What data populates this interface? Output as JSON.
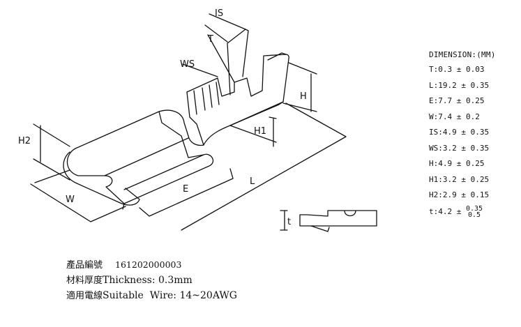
{
  "drawing": {
    "labels": {
      "is": "IS",
      "t": "T",
      "ws": "WS",
      "h": "H",
      "h1": "H1",
      "h2": "H2",
      "w": "W",
      "e": "E",
      "l": "L",
      "t_small": "t"
    },
    "line_color": "#111111"
  },
  "dimensions": {
    "title": "DIMENSION:(MM)",
    "rows": [
      "T:0.3 ± 0.03",
      "L:19.2 ± 0.35",
      "E:7.7 ± 0.25",
      "W:7.4 ± 0.2",
      "IS:4.9 ± 0.35",
      "WS:3.2 ± 0.35",
      "H:4.9 ± 0.25",
      "H1:3.2 ± 0.25",
      "H2:2.9 ± 0.15"
    ],
    "last_row": {
      "prefix": "t:4.2 ±",
      "upper": "0.35",
      "lower": "0.5"
    }
  },
  "specs": [
    {
      "zh": "產品編號",
      "en": "",
      "value": "161202000003"
    },
    {
      "zh": "材料厚度",
      "en": "Thickness:",
      "value": "0.3mm"
    },
    {
      "zh": "適用電線",
      "en": "Suitable  Wire:",
      "value": "14~20AWG"
    }
  ]
}
